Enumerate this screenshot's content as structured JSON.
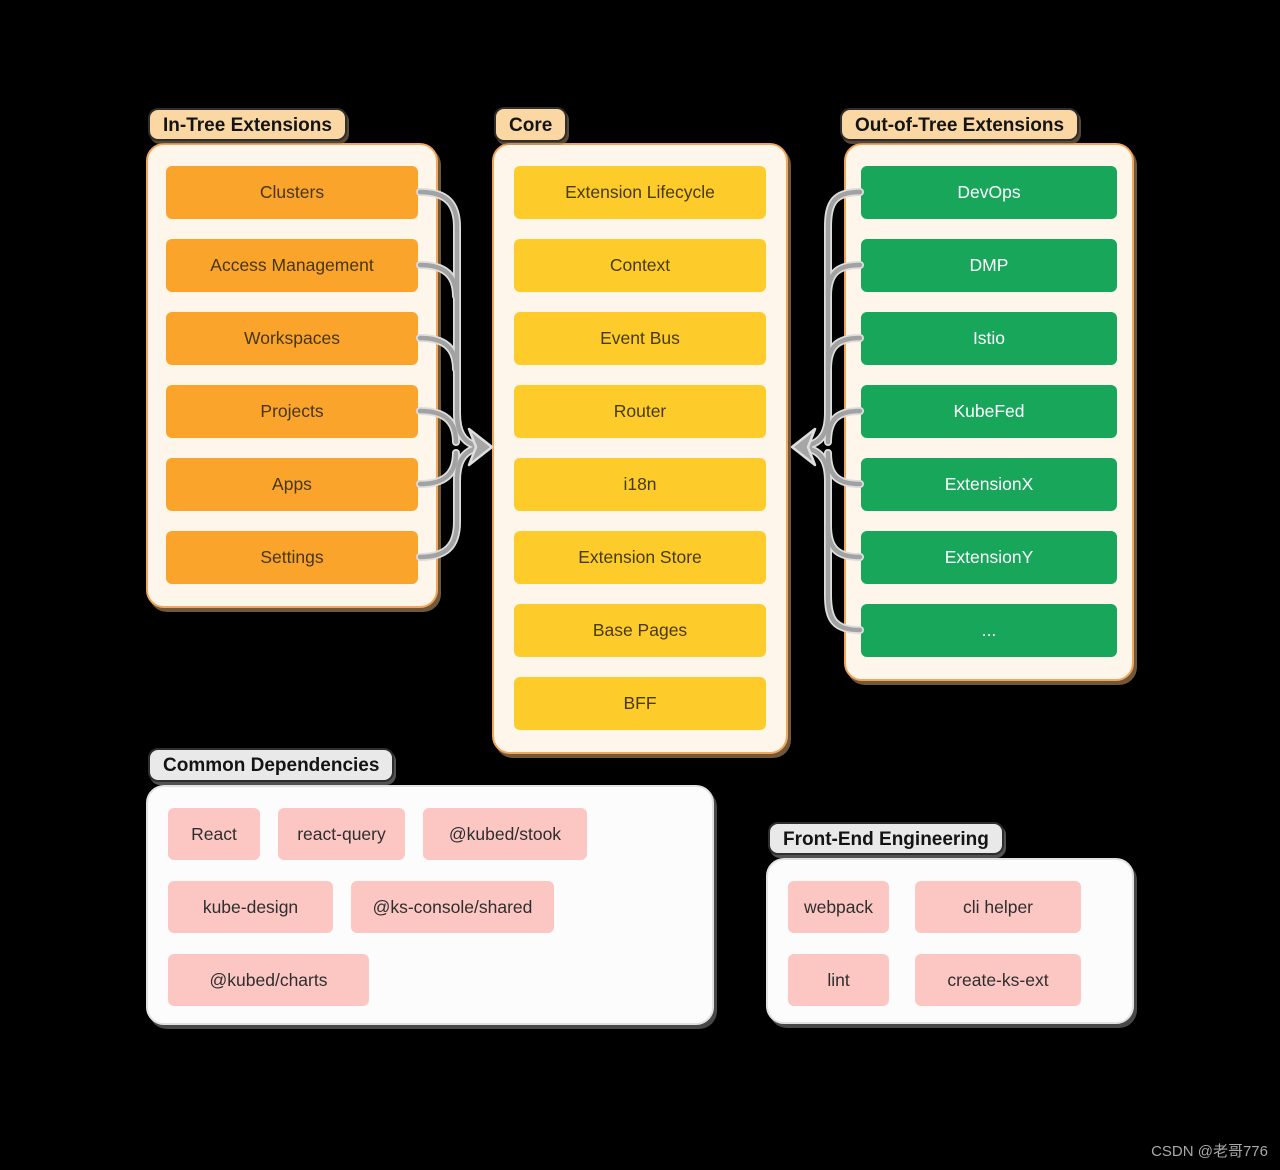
{
  "watermark": "CSDN @老哥776",
  "colors": {
    "background": "#000000",
    "orange_chip": "#FBA42C",
    "yellow_chip": "#FDCC2B",
    "green_chip": "#17A65A",
    "pink_chip": "#FCC7C3",
    "panel_cream": "#FEF5EB",
    "panel_white": "#FCFCFC",
    "label_peach": "#FAD7A3",
    "label_gray": "#E9E9E9",
    "arrow_gray": "#A2A2A2"
  },
  "panels": {
    "in_tree": {
      "label": "In-Tree Extensions",
      "items": [
        "Clusters",
        "Access Management",
        "Workspaces",
        "Projects",
        "Apps",
        "Settings"
      ]
    },
    "core": {
      "label": "Core",
      "items": [
        "Extension Lifecycle",
        "Context",
        "Event Bus",
        "Router",
        "i18n",
        "Extension Store",
        "Base Pages",
        "BFF"
      ]
    },
    "out_of_tree": {
      "label": "Out-of-Tree Extensions",
      "items": [
        "DevOps",
        "DMP",
        "Istio",
        "KubeFed",
        "ExtensionX",
        "ExtensionY",
        "..."
      ]
    },
    "common_dependencies": {
      "label": "Common Dependencies",
      "rows": [
        [
          "React",
          "react-query",
          "@kubed/stook"
        ],
        [
          "kube-design",
          "@ks-console/shared"
        ],
        [
          "@kubed/charts"
        ]
      ]
    },
    "front_end_engineering": {
      "label": "Front-End Engineering",
      "rows": [
        [
          "webpack",
          "cli helper"
        ],
        [
          "lint",
          "create-ks-ext"
        ]
      ]
    }
  }
}
